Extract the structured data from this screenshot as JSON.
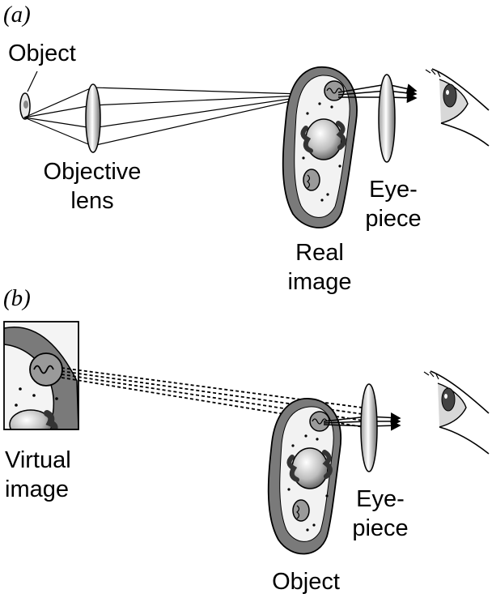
{
  "panel_a": {
    "tag": "(a)",
    "labels": {
      "object": "Object",
      "objective_1": "Objective",
      "objective_2": "lens",
      "eyepiece_1": "Eye-",
      "eyepiece_2": "piece",
      "real_1": "Real",
      "real_2": "image"
    }
  },
  "panel_b": {
    "tag": "(b)",
    "labels": {
      "virtual_1": "Virtual",
      "virtual_2": "image",
      "eyepiece_1": "Eye-",
      "eyepiece_2": "piece",
      "object": "Object"
    }
  },
  "icons": [
    "eye-icon",
    "lens-icon",
    "cell-icon"
  ]
}
